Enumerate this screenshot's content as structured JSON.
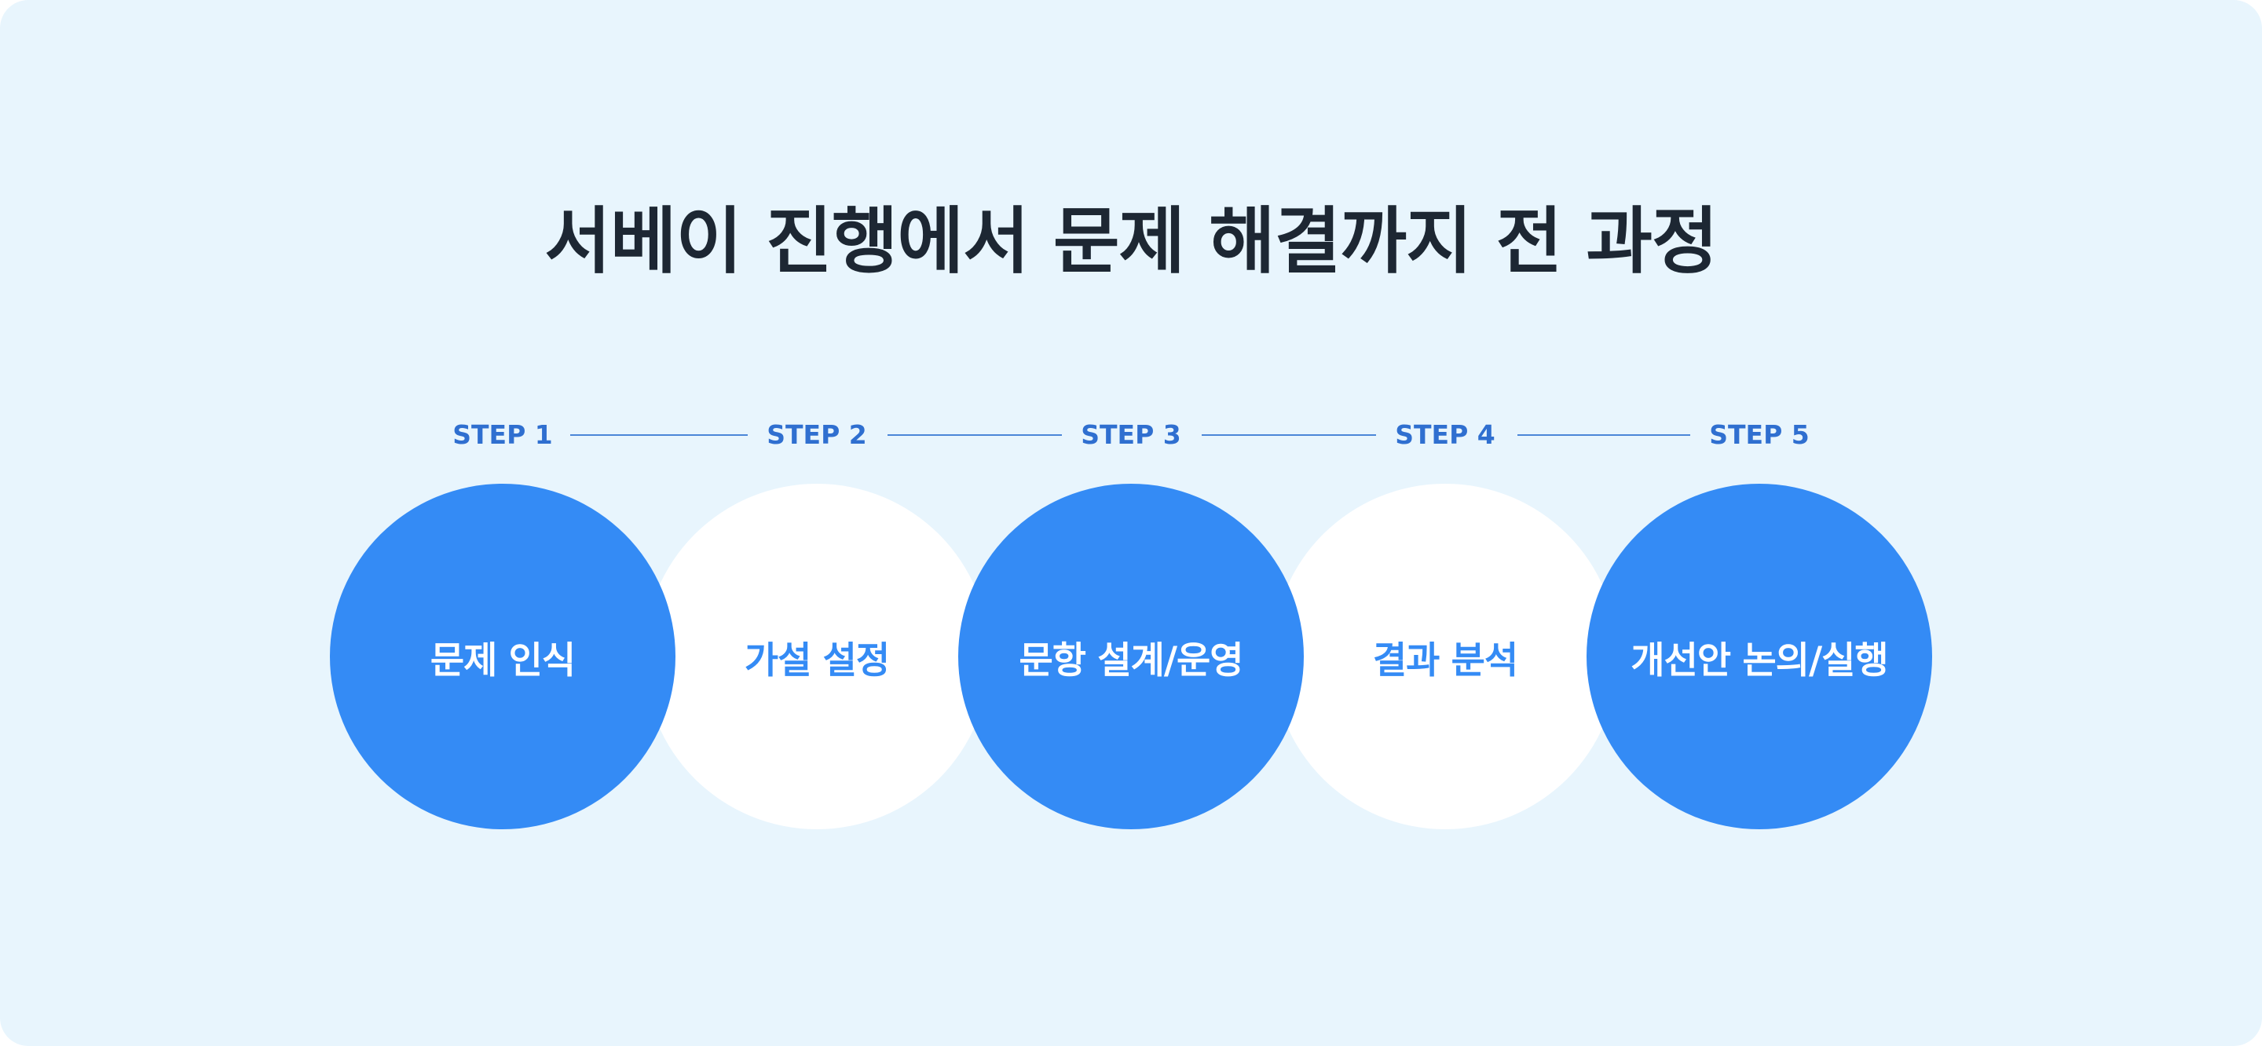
{
  "title": "서베이 진행에서 문제 해결까지 전 과정",
  "colors": {
    "background": "#E8F5FD",
    "title": "#1D2733",
    "accent": "#348BF5",
    "step_label": "#2F6FD0",
    "connector": "#4A86D8",
    "white": "#FFFFFF"
  },
  "steps": [
    {
      "step": "STEP 1",
      "text": "문제 인식",
      "style": "filled"
    },
    {
      "step": "STEP 2",
      "text": "가설 설정",
      "style": "outline"
    },
    {
      "step": "STEP 3",
      "text": "문항 설계/운영",
      "style": "filled"
    },
    {
      "step": "STEP 4",
      "text": "결과 분석",
      "style": "outline"
    },
    {
      "step": "STEP 5",
      "text": "개선안 논의/실행",
      "style": "filled"
    }
  ]
}
